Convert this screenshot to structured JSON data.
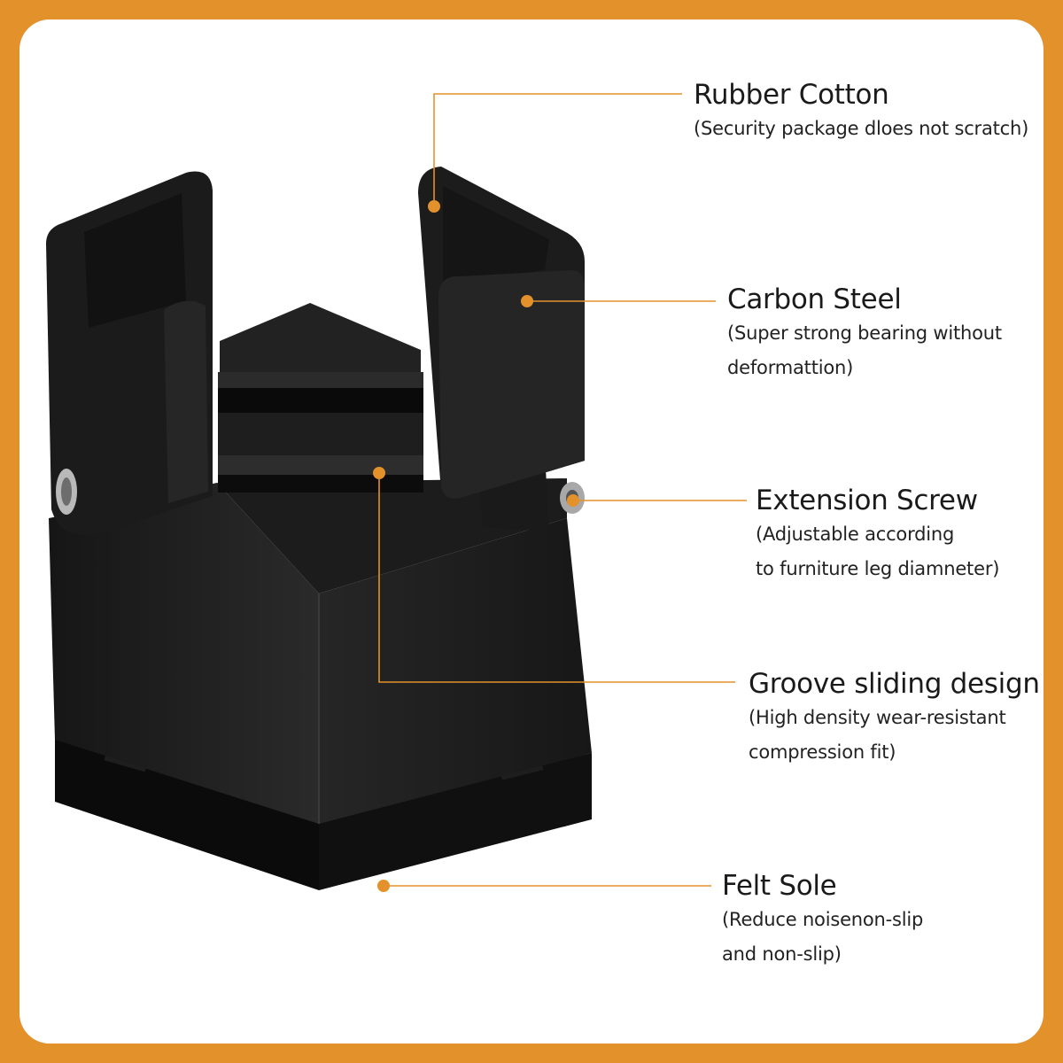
{
  "accent_color": "#e3922b",
  "callouts": [
    {
      "title": "Rubber Cotton",
      "desc": [
        "(Security package dloes not scratch)"
      ]
    },
    {
      "title": "Carbon Steel",
      "desc": [
        "(Super strong bearing without",
        "deformattion)"
      ]
    },
    {
      "title": "Extension Screw",
      "desc": [
        "(Adjustable according",
        "to furniture leg diamneter)"
      ]
    },
    {
      "title": "Groove sliding design",
      "desc": [
        "(High density wear-resistant",
        "compression fit)"
      ]
    },
    {
      "title": "Felt Sole",
      "desc": [
        "(Reduce noisenon-slip",
        "and non-slip)"
      ]
    }
  ]
}
